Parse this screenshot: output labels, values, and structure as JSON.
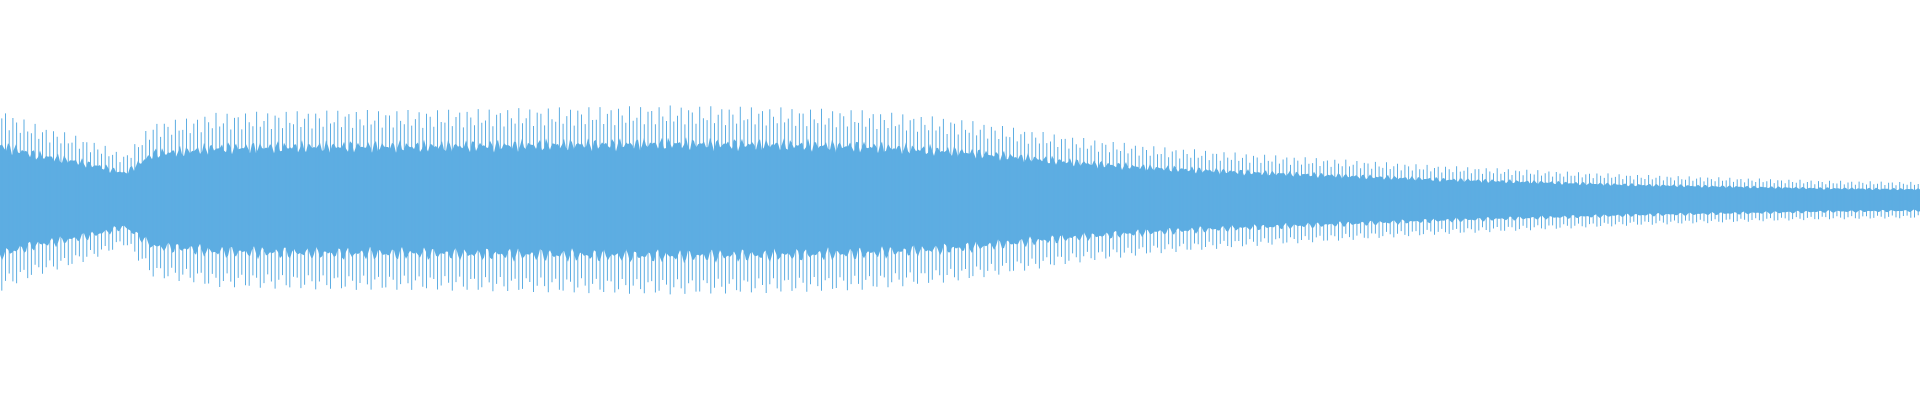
{
  "chart_data": {
    "type": "area",
    "title": "",
    "xlabel": "",
    "ylabel": "",
    "x_range": [
      0,
      1
    ],
    "ylim": [
      -1,
      1
    ],
    "grid": false,
    "legend": "none",
    "series": [
      {
        "color": "#5DADE2",
        "amplitude_envelope": {
          "x": [
            0.0,
            0.005,
            0.02,
            0.04,
            0.055,
            0.065,
            0.08,
            0.1,
            0.11,
            0.14,
            0.18,
            0.22,
            0.26,
            0.3,
            0.35,
            0.4,
            0.45,
            0.5,
            0.53,
            0.56,
            0.6,
            0.65,
            0.7,
            0.75,
            0.8,
            0.85,
            0.9,
            0.95,
            1.0
          ],
          "y": [
            0.61,
            0.58,
            0.5,
            0.43,
            0.36,
            0.3,
            0.52,
            0.55,
            0.58,
            0.59,
            0.6,
            0.6,
            0.61,
            0.62,
            0.63,
            0.62,
            0.6,
            0.54,
            0.48,
            0.42,
            0.36,
            0.31,
            0.27,
            0.23,
            0.2,
            0.17,
            0.15,
            0.13,
            0.12
          ]
        },
        "cycles": 520
      }
    ]
  }
}
